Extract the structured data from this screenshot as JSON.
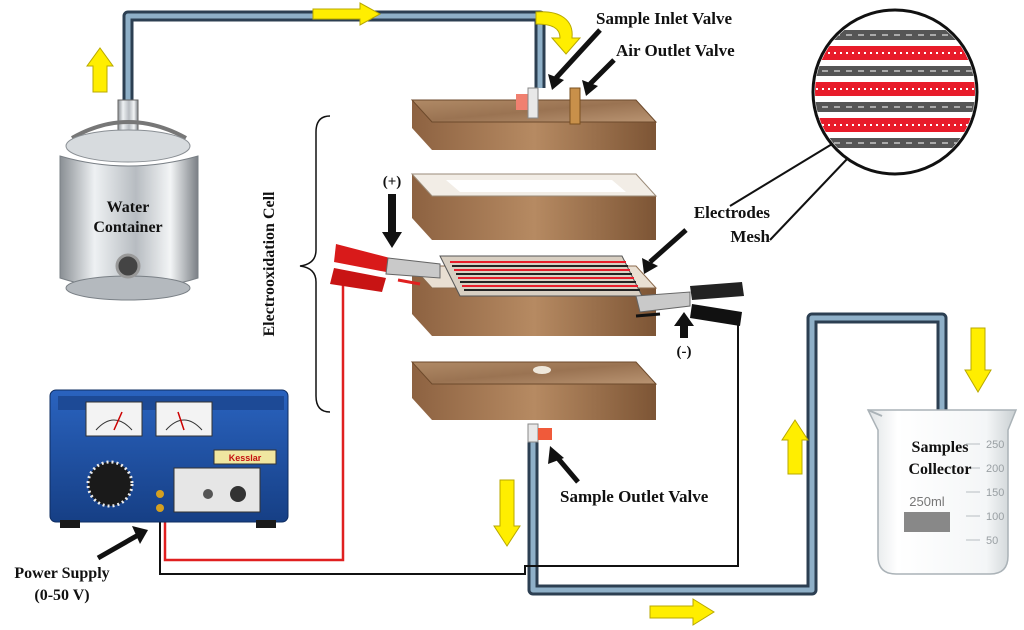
{
  "labels": {
    "sample_inlet_valve": "Sample Inlet Valve",
    "air_outlet_valve": "Air Outlet Valve",
    "water_container_l1": "Water",
    "water_container_l2": "Container",
    "electrooxidation_cell": "Electrooxidation Cell",
    "plus": "(+)",
    "minus": "(-)",
    "electrodes_mesh_l1": "Electrodes",
    "electrodes_mesh_l2": "Mesh",
    "samples_collector_l1": "Samples",
    "samples_collector_l2": "Collector",
    "sample_outlet_valve": "Sample Outlet Valve",
    "power_supply_l1": "Power Supply",
    "power_supply_l2": "(0-50 V)"
  },
  "beaker": {
    "volume_label": "250ml",
    "scale": [
      "250",
      "200",
      "150",
      "100",
      "50"
    ]
  },
  "power_supply_brand": "Kesslar",
  "colors": {
    "pipe_outer": "#2c3f52",
    "pipe_inner": "#8fb0c8",
    "flow_arrow": "#ffee00",
    "flow_arrow_edge": "#b8a800",
    "wire_red": "#e02020",
    "wire_black": "#111111",
    "electrode_red": "#e81c2a",
    "cell_wood": "#a97c56",
    "cell_wood_dark": "#7a5234",
    "supply_blue": "#1c4fa0"
  }
}
